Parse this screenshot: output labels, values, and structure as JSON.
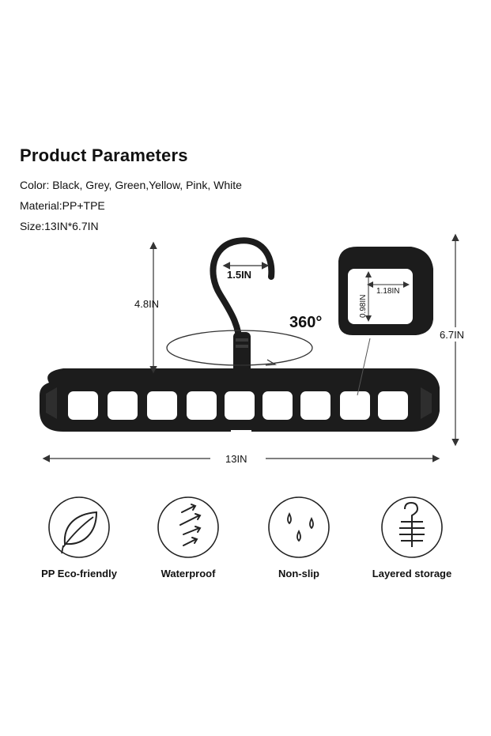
{
  "product": {
    "title": "Product Parameters",
    "specs": [
      "Color: Black, Grey, Green,Yellow, Pink, White",
      "Material:PP+TPE",
      "Size:13IN*6.7IN"
    ]
  },
  "dimensions": {
    "hook_width": "1.5IN",
    "hook_height": "4.8IN",
    "rotation": "360°",
    "slot_width": "1.18IN",
    "slot_height": "0.98IN",
    "total_height": "6.7IN",
    "total_width": "13IN"
  },
  "features": [
    {
      "label": "PP Eco-friendly",
      "icon": "leaf-icon"
    },
    {
      "label": "Waterproof",
      "icon": "arrows-icon"
    },
    {
      "label": "Non-slip",
      "icon": "droplets-icon"
    },
    {
      "label": "Layered storage",
      "icon": "hanger-icon"
    }
  ],
  "colors": {
    "hanger": "#1c1c1c",
    "text": "#111111",
    "line": "#333333"
  }
}
